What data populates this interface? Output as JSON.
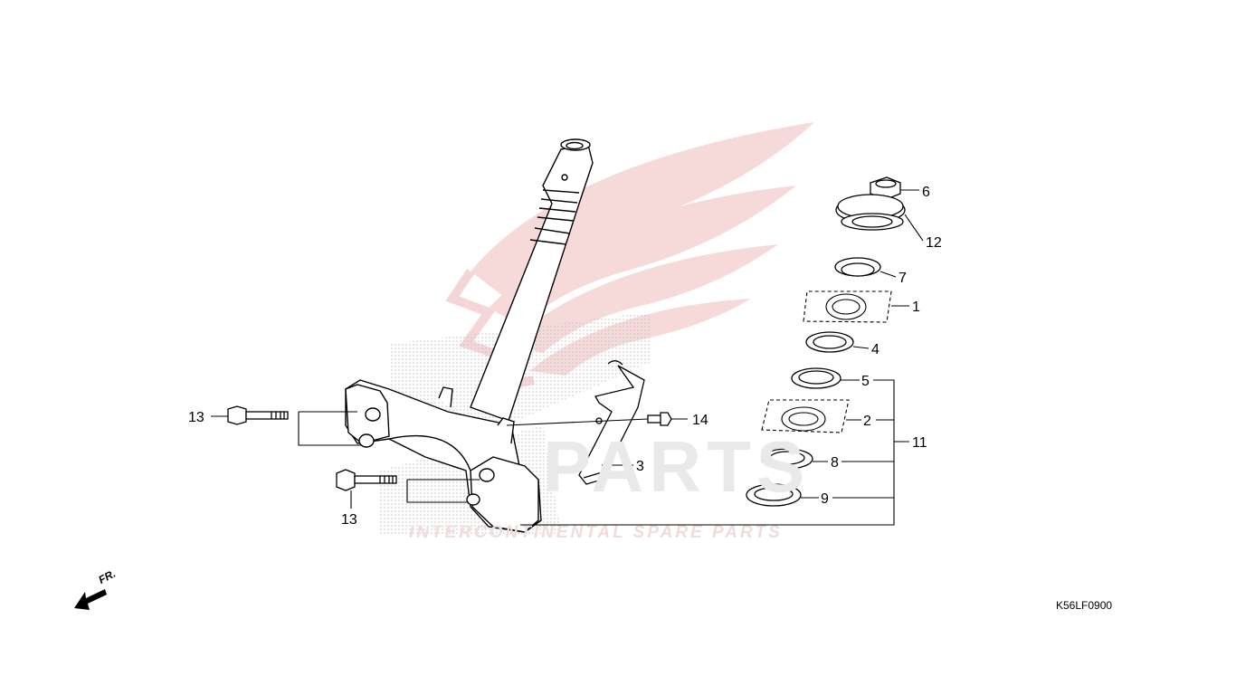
{
  "watermark": {
    "big_text": "PARTS",
    "small_text": "INTERCONTINENTAL SPARE PARTS"
  },
  "callouts": {
    "p1": "1",
    "p2": "2",
    "p3": "3",
    "p4": "4",
    "p5": "5",
    "p6": "6",
    "p7": "7",
    "p8": "8",
    "p9": "9",
    "p11": "11",
    "p12": "12",
    "p13a": "13",
    "p13b": "13",
    "p14": "14"
  },
  "direction_label": "FR.",
  "diagram_code": "K56LF0900",
  "colors": {
    "line": "#000000",
    "watermark_red": "#f2c9c9",
    "watermark_gray": "#e8e8e8"
  }
}
